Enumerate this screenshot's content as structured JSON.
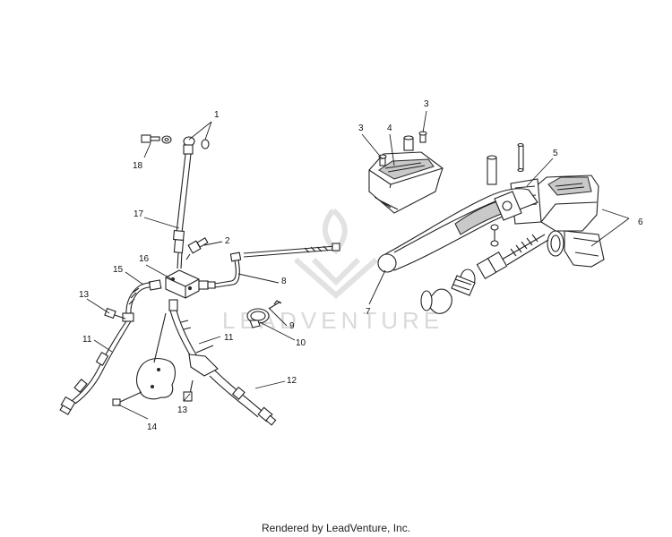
{
  "watermark": {
    "text": "LEADVENTURE"
  },
  "footer": {
    "text": "Rendered by LeadVenture, Inc."
  },
  "callouts": {
    "c1": "1",
    "c2": "2",
    "c3a": "3",
    "c3b": "3",
    "c4": "4",
    "c5": "5",
    "c6": "6",
    "c7": "7",
    "c8": "8",
    "c9": "9",
    "c10": "10",
    "c11a": "11",
    "c11b": "11",
    "c12": "12",
    "c13a": "13",
    "c13b": "13",
    "c14": "14",
    "c15": "15",
    "c16": "16",
    "c17": "17",
    "c18": "18"
  }
}
